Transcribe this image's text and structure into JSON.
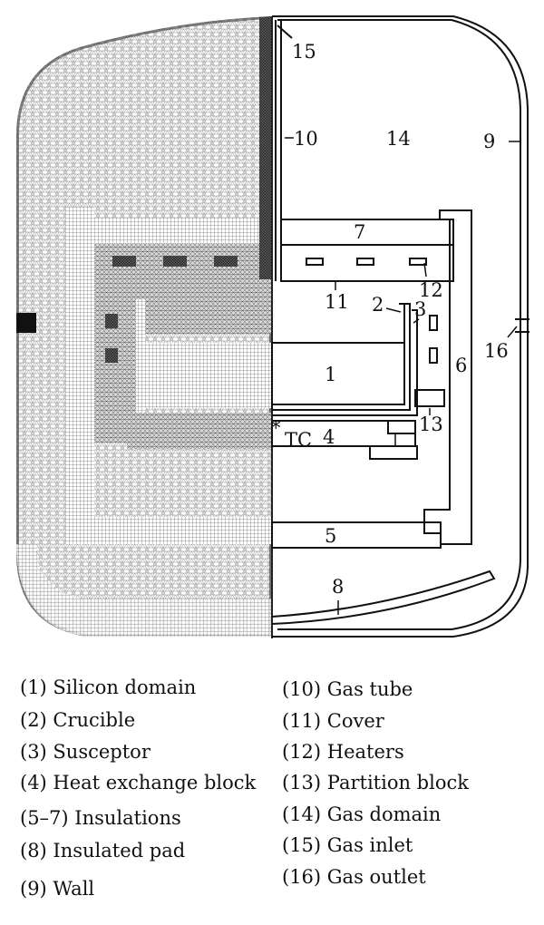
{
  "diagram": {
    "callouts": {
      "c1": "1",
      "c2": "2",
      "c3": "3",
      "c4": "4",
      "c5": "5",
      "c6": "6",
      "c7": "7",
      "c8": "8",
      "c9": "9",
      "c10": "10",
      "c11": "11",
      "c12": "12",
      "c13": "13",
      "c14": "14",
      "c15": "15",
      "c16": "16",
      "tc": "TC"
    }
  },
  "legend": {
    "left": [
      "(1) Silicon domain",
      "(2) Crucible",
      "(3) Susceptor",
      "(4) Heat exchange block",
      "(5–7) Insulations",
      "(8) Insulated pad",
      "(9) Wall"
    ],
    "right": [
      "(10) Gas tube",
      "(11) Cover",
      "(12) Heaters",
      "(13) Partition block",
      "(14) Gas domain",
      "(15) Gas inlet",
      "(16) Gas outlet"
    ]
  }
}
